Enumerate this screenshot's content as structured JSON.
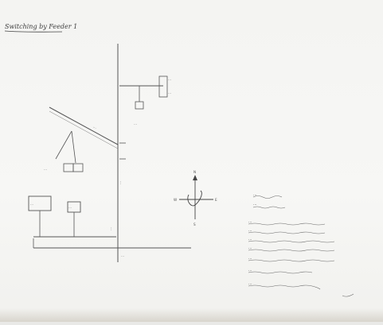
{
  "page": {
    "title": "Switching  by  Feeder 1"
  },
  "diagram": {
    "panel_labels": {
      "top_right_box": "...",
      "top_right_label_1": "...",
      "top_right_label_2": "...",
      "top_small_box": "...",
      "left_diagonal_label": "...",
      "left_bottom_boxes": "...",
      "bottom_left_box": "...",
      "bottom_mid_box": "...",
      "vertical_label_a": "...",
      "vertical_label_b": "...",
      "bottom_axis_label": "..."
    },
    "compass": {
      "north": "N",
      "south": "S",
      "west": "W",
      "east": "E"
    }
  },
  "notes": {
    "heading_1": "...",
    "heading_2": "...",
    "lines": [
      "...",
      "...",
      "...",
      "...",
      "...",
      "...",
      "..."
    ]
  }
}
